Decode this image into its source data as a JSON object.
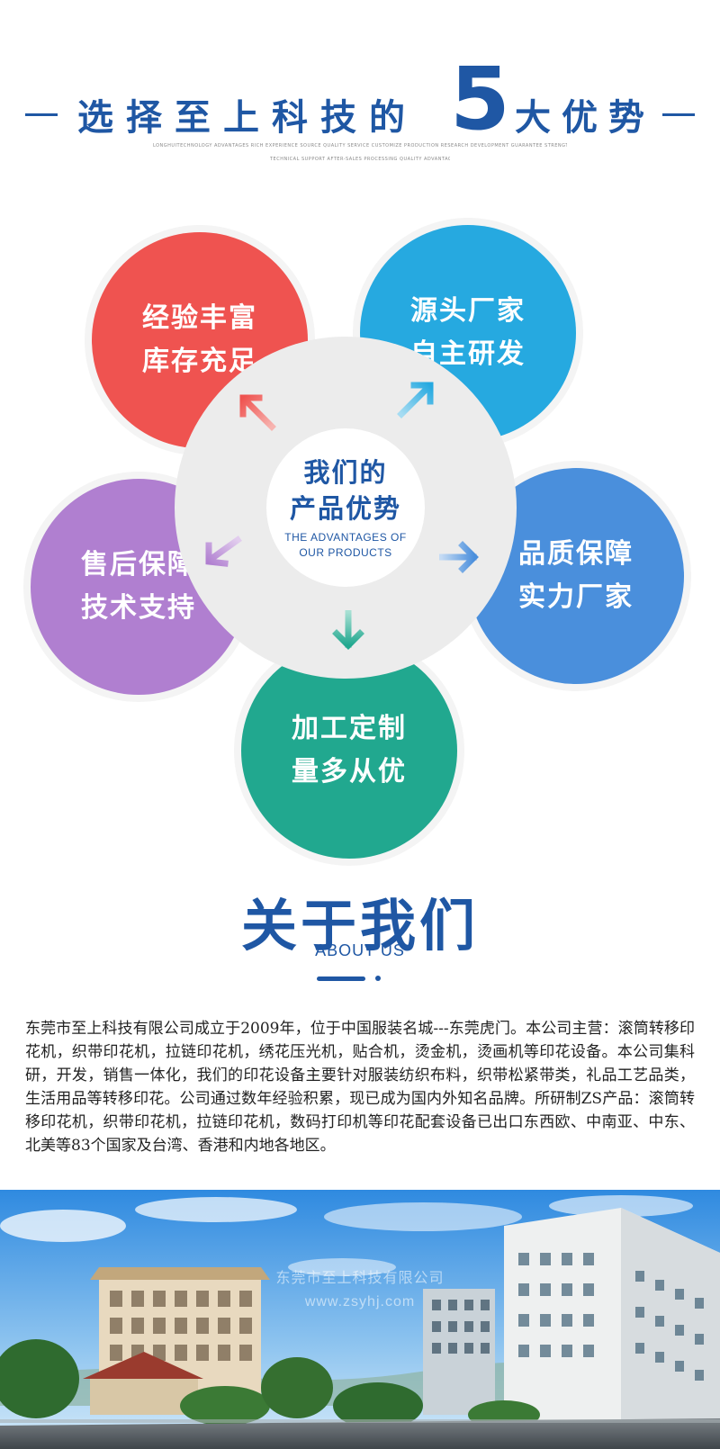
{
  "advantages": {
    "title_left": "选择至上科技的",
    "title_number": "5",
    "title_right": "大优势",
    "subtitle_line1": "LONGHUITECHNOLOGY  ADVANTAGES  RICH EXPERIENCE  SOURCE  QUALITY  SERVICE  CUSTOMIZE  PRODUCTION  RESEARCH  DEVELOPMENT  GUARANTEE  STRENGTH  FACTORY  SUPPORT",
    "subtitle_line2": "TECHNICAL  SUPPORT  AFTER-SALES  PROCESSING  QUALITY  ADVANTAGE",
    "center": {
      "line1": "我们的",
      "line2": "产品优势",
      "en1": "THE ADVANTAGES OF",
      "en2": "OUR PRODUCTS"
    },
    "items": [
      {
        "line1": "经验丰富",
        "line2": "库存充足",
        "color": "#ef5350"
      },
      {
        "line1": "源头厂家",
        "line2": "自主研发",
        "color": "#26a9e0"
      },
      {
        "line1": "品质保障",
        "line2": "实力厂家",
        "color": "#4a8fdc"
      },
      {
        "line1": "加工定制",
        "line2": "量多从优",
        "color": "#21a88f"
      },
      {
        "line1": "售后保障",
        "line2": "技术支持",
        "color": "#b07fd0"
      }
    ]
  },
  "about": {
    "title": "关于我们",
    "subtitle": "ABOUT US",
    "body": "东莞市至上科技有限公司成立于2009年，位于中国服装名城---东莞虎门。本公司主营：滚筒转移印花机，织带印花机，拉链印花机，绣花压光机，贴合机，烫金机，烫画机等印花设备。本公司集科研，开发，销售一体化，我们的印花设备主要针对服装纺织布料，织带松紧带类，礼品工艺品类，生活用品等转移印花。公司通过数年经验积累，现已成为国内外知名品牌。所研制ZS产品：滚筒转移印花机，织带印花机，拉链印花机，数码打印机等印花配套设备已出口东西欧、中南亚、中东、北美等83个国家及台湾、香港和内地各地区。",
    "watermark_company": "东莞市至上科技有限公司",
    "watermark_url": "www.zsyhj.com"
  }
}
